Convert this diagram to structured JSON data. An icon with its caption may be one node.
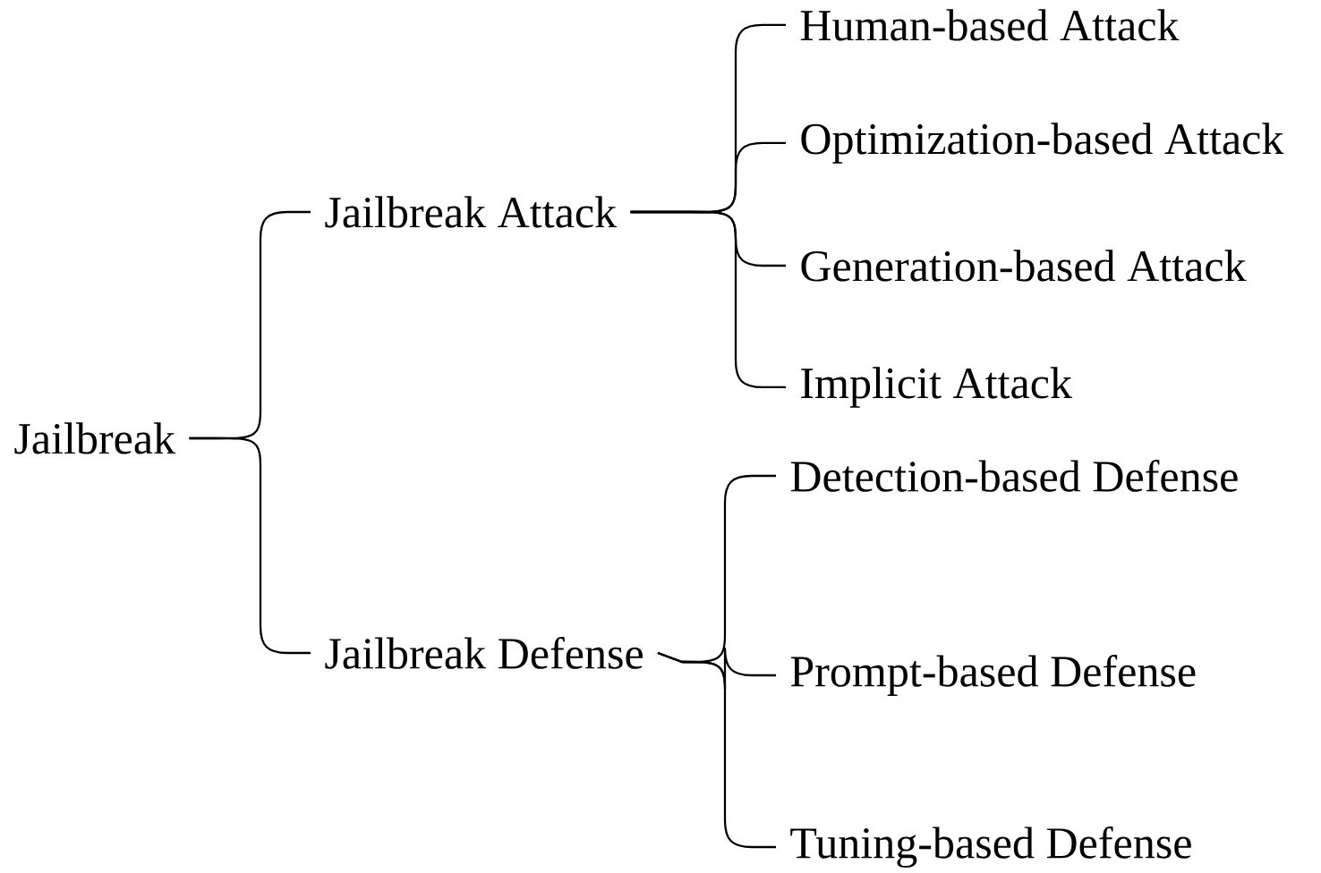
{
  "diagram": {
    "nodes": [
      {
        "text": [
          "Jailbreak"
        ]
      },
      {
        "text": [
          "Jailbreak Attack"
        ]
      },
      {
        "text": [
          "Jailbreak Defense"
        ]
      },
      {
        "text": [
          "Human-based Attack"
        ]
      },
      {
        "text": [
          "Optimization-based Attack"
        ]
      },
      {
        "text": [
          "Generation-based Attack"
        ]
      },
      {
        "text": [
          "Implicit Attack"
        ]
      },
      {
        "text": [
          "Detection-based Defense"
        ]
      },
      {
        "text": [
          "Prompt-based Defense"
        ]
      },
      {
        "text": [
          "Tuning-based Defense"
        ]
      }
    ],
    "edges": [
      {
        "from": 0,
        "to": 1,
        "arrow": "none"
      },
      {
        "from": 0,
        "to": 2,
        "arrow": "none"
      },
      {
        "from": 1,
        "to": 3,
        "arrow": "none"
      },
      {
        "from": 1,
        "to": 4,
        "arrow": "none"
      },
      {
        "from": 1,
        "to": 5,
        "arrow": "none"
      },
      {
        "from": 1,
        "to": 6,
        "arrow": "none"
      },
      {
        "from": 2,
        "to": 7,
        "arrow": "none"
      },
      {
        "from": 2,
        "to": 8,
        "arrow": "none"
      },
      {
        "from": 2,
        "to": 9,
        "arrow": "none"
      }
    ]
  }
}
